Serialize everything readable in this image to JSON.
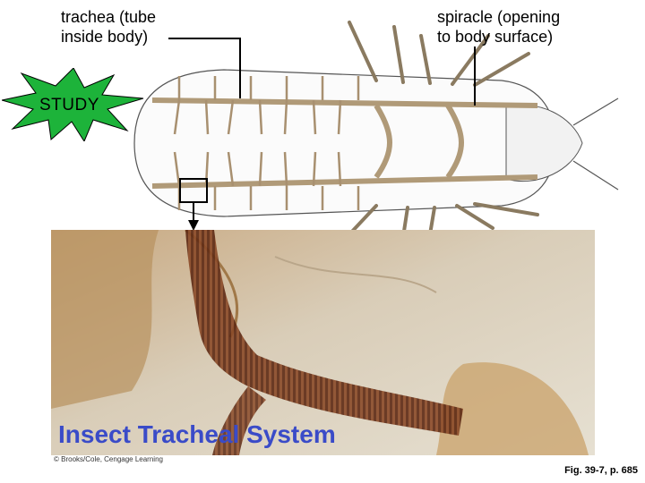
{
  "labels": {
    "trachea": "trachea (tube\ninside body)",
    "spiracle": "spiracle (opening\nto body surface)"
  },
  "badge": {
    "text": "STUDY",
    "color": "#1db33a"
  },
  "photo": {
    "title": "Insect Tracheal System",
    "credit": "© Brooks/Cole, Cengage Learning",
    "title_color": "#3a4bc8"
  },
  "figure_ref": "Fig. 39-7, p. 685",
  "icons": {
    "badge_shape": "starburst-icon",
    "pointer": "arrow-down-icon"
  }
}
